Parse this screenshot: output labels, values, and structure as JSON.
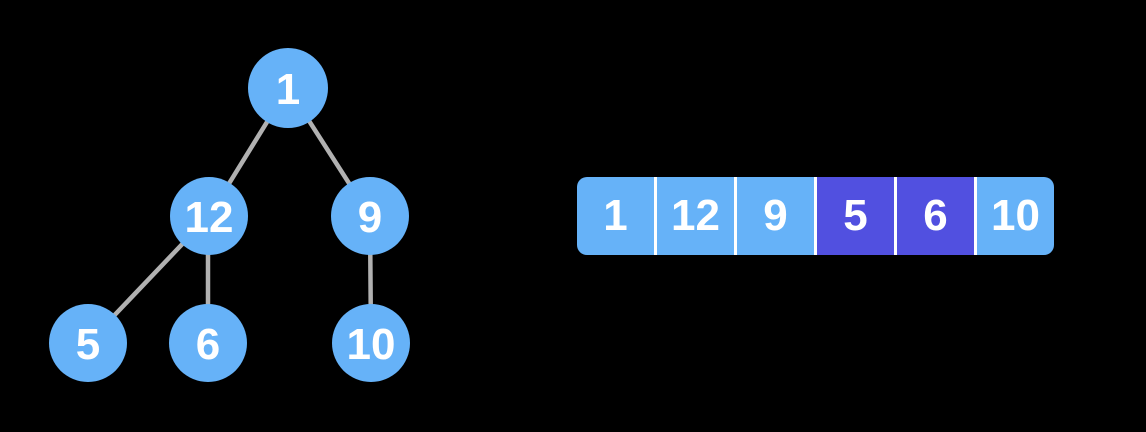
{
  "colors": {
    "background": "#000000",
    "node_fill": "#66B2F8",
    "highlight_fill": "#5150E0",
    "edge_stroke": "#B1B1B1",
    "text": "#FFFFFF",
    "separator": "#FFFFFF"
  },
  "tree": {
    "nodes": [
      {
        "value": "1"
      },
      {
        "value": "12"
      },
      {
        "value": "9"
      },
      {
        "value": "5"
      },
      {
        "value": "6"
      },
      {
        "value": "10"
      }
    ],
    "edges": [
      [
        "1",
        "12"
      ],
      [
        "1",
        "9"
      ],
      [
        "12",
        "5"
      ],
      [
        "12",
        "6"
      ],
      [
        "9",
        "10"
      ]
    ]
  },
  "array": {
    "cells": [
      {
        "value": "1",
        "highlighted": false
      },
      {
        "value": "12",
        "highlighted": false
      },
      {
        "value": "9",
        "highlighted": false
      },
      {
        "value": "5",
        "highlighted": true
      },
      {
        "value": "6",
        "highlighted": true
      },
      {
        "value": "10",
        "highlighted": false
      }
    ]
  }
}
